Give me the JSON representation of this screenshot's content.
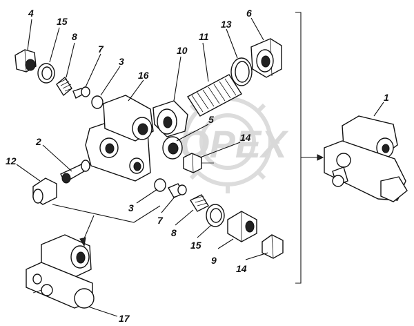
{
  "watermark": {
    "text": "OPEX"
  },
  "callouts": [
    {
      "id": "c4a",
      "text": "4"
    },
    {
      "id": "c15a",
      "text": "15"
    },
    {
      "id": "c8a",
      "text": "8"
    },
    {
      "id": "c7a",
      "text": "7"
    },
    {
      "id": "c3a",
      "text": "3"
    },
    {
      "id": "c16",
      "text": "16"
    },
    {
      "id": "c10",
      "text": "10"
    },
    {
      "id": "c11",
      "text": "11"
    },
    {
      "id": "c13",
      "text": "13"
    },
    {
      "id": "c6",
      "text": "6"
    },
    {
      "id": "c1",
      "text": "1"
    },
    {
      "id": "c5",
      "text": "5"
    },
    {
      "id": "c14a",
      "text": "14"
    },
    {
      "id": "c2",
      "text": "2"
    },
    {
      "id": "c12",
      "text": "12"
    },
    {
      "id": "c3b",
      "text": "3"
    },
    {
      "id": "c7b",
      "text": "7"
    },
    {
      "id": "c8b",
      "text": "8"
    },
    {
      "id": "c15b",
      "text": "15"
    },
    {
      "id": "c9",
      "text": "9"
    },
    {
      "id": "c14b",
      "text": "14"
    },
    {
      "id": "c17",
      "text": "17"
    }
  ]
}
